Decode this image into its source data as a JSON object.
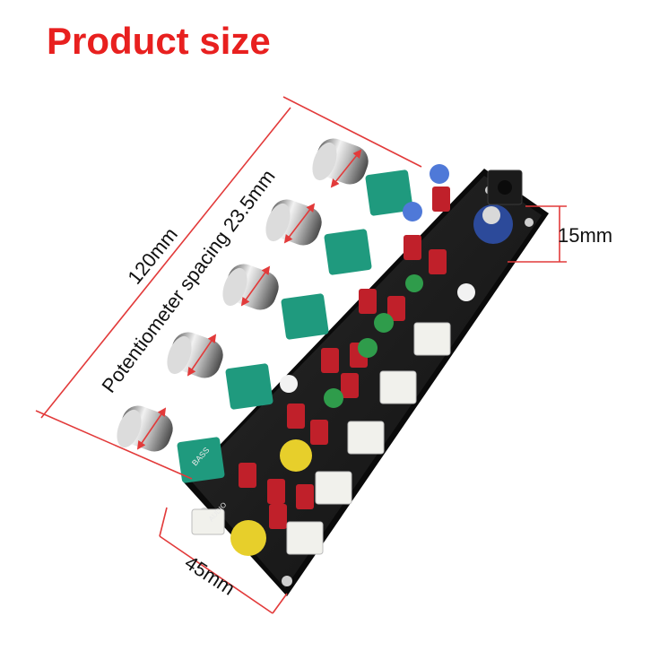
{
  "title": "Product size",
  "colors": {
    "title": "#e8201f",
    "dimension_lines": "#e23a3a",
    "board": "#161616",
    "potentiometer": "#1f9a7e",
    "capacitor": "#c0202a",
    "connector": "#f1f1ec"
  },
  "dimensions": {
    "length": "120mm",
    "pot_spacing": "Potentiometer spacing 23.5mm",
    "height": "15mm",
    "width": "45mm"
  },
  "board_labels": {
    "bass": "BASS",
    "audio": "AUDIO"
  }
}
